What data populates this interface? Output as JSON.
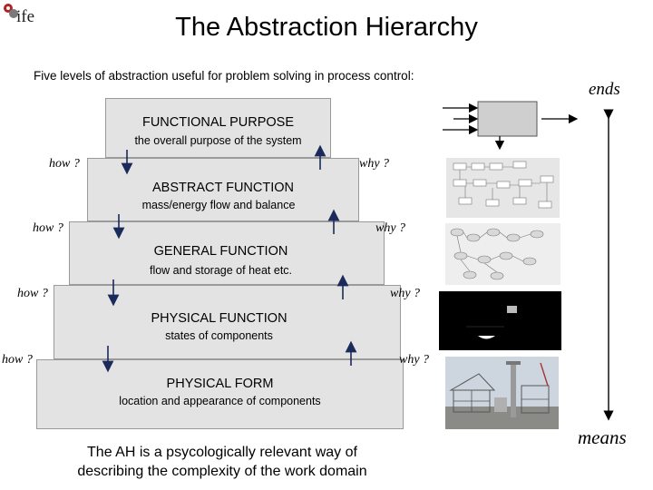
{
  "header": {
    "logo_text": "ife",
    "title": "The Abstraction Hierarchy",
    "subtitle": "Five levels of abstraction useful for problem solving in process control:"
  },
  "levels": [
    {
      "name": "FUNCTIONAL PURPOSE",
      "description": "the overall purpose of the system"
    },
    {
      "name": "ABSTRACT FUNCTION",
      "description": "mass/energy flow and balance"
    },
    {
      "name": "GENERAL FUNCTION",
      "description": "flow and storage of heat etc."
    },
    {
      "name": "PHYSICAL FUNCTION",
      "description": "states of components"
    },
    {
      "name": "PHYSICAL FORM",
      "description": "location and appearance of components"
    }
  ],
  "transitions": [
    {
      "how": "how ?",
      "why": "why ?"
    },
    {
      "how": "how ?",
      "why": "why ?"
    },
    {
      "how": "how ?",
      "why": "why ?"
    },
    {
      "how": "how ?",
      "why": "why ?"
    }
  ],
  "scale": {
    "top_label": "ends",
    "bottom_label": "means"
  },
  "caption": {
    "line1": "The AH is a psycologically relevant way of",
    "line2": "describing  the complexity of the work domain"
  },
  "colors": {
    "tier_fill": "#e3e3e3",
    "tier_border": "#9a9a9a",
    "arrow": "#1a2a5a"
  }
}
